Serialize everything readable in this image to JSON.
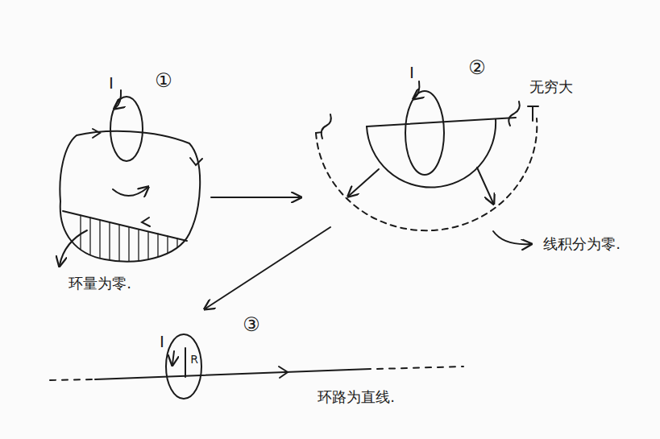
{
  "diagram": {
    "labels": [
      "I",
      "①",
      "环量为零.",
      "I",
      "②",
      "无穷大",
      "线积分为零.",
      "I",
      "③",
      "R",
      "环路为直线."
    ]
  }
}
